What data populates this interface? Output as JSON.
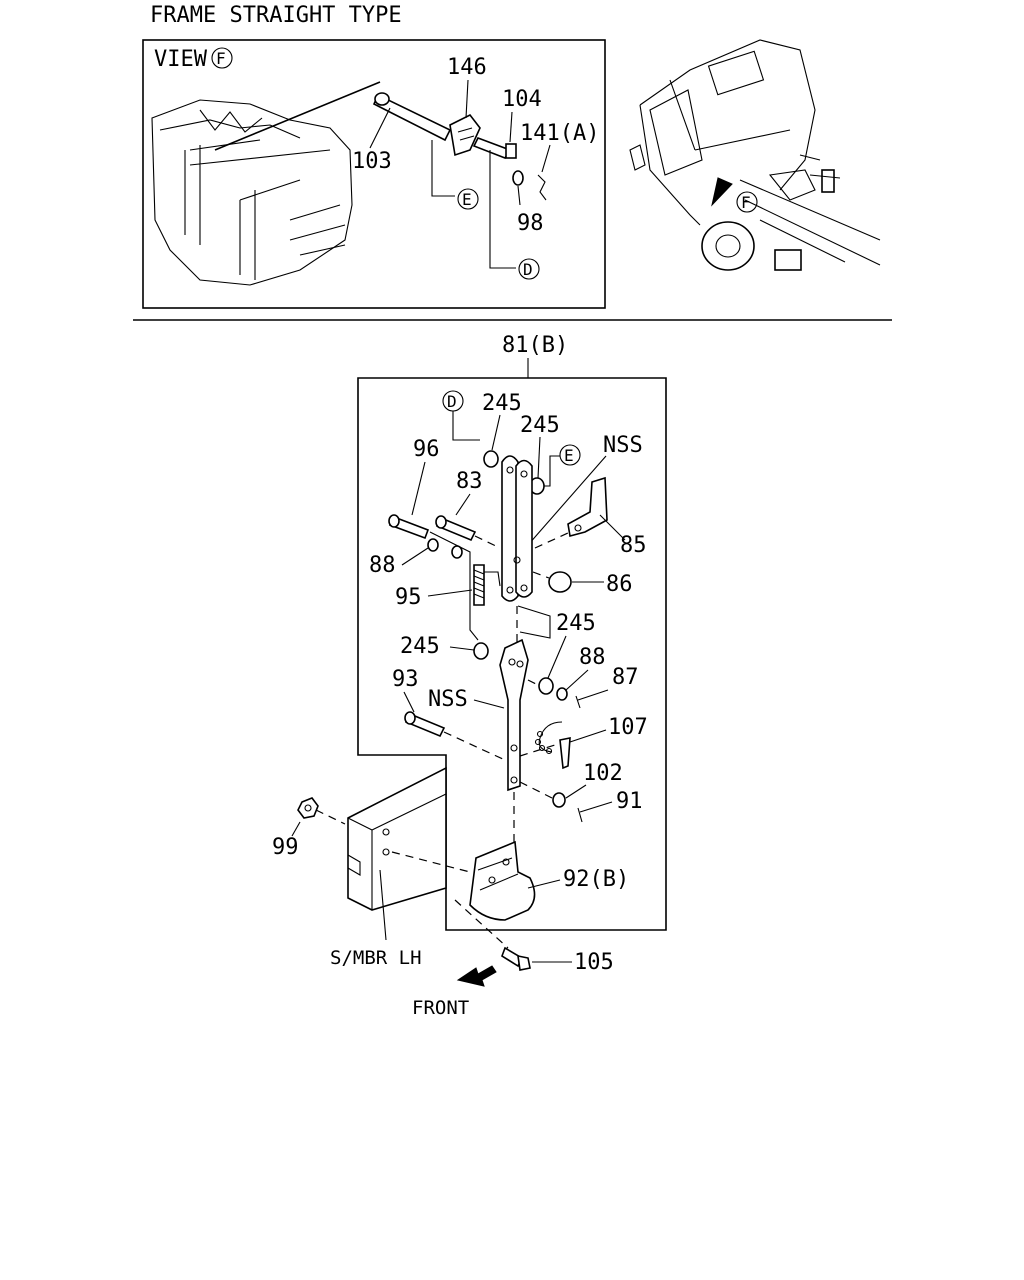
{
  "title": "FRAME STRAIGHT TYPE",
  "view_label": "VIEW",
  "view_letter": "F",
  "circle_letters": {
    "D": "D",
    "E": "E",
    "F": "F"
  },
  "parts": {
    "p146": "146",
    "p104": "104",
    "p141A": "141(A)",
    "p103": "103",
    "p98": "98",
    "p81B": "81(B)",
    "p245a": "245",
    "p245b": "245",
    "p245c": "245",
    "p245d": "245",
    "pNSS1": "NSS",
    "pNSS2": "NSS",
    "p96": "96",
    "p83": "83",
    "p85": "85",
    "p88a": "88",
    "p88b": "88",
    "p86": "86",
    "p95": "95",
    "p87": "87",
    "p93": "93",
    "p107": "107",
    "p102": "102",
    "p91": "91",
    "p99": "99",
    "p92B": "92(B)",
    "p105": "105"
  },
  "annotations": {
    "side_member": "S/MBR LH",
    "front": "FRONT"
  }
}
